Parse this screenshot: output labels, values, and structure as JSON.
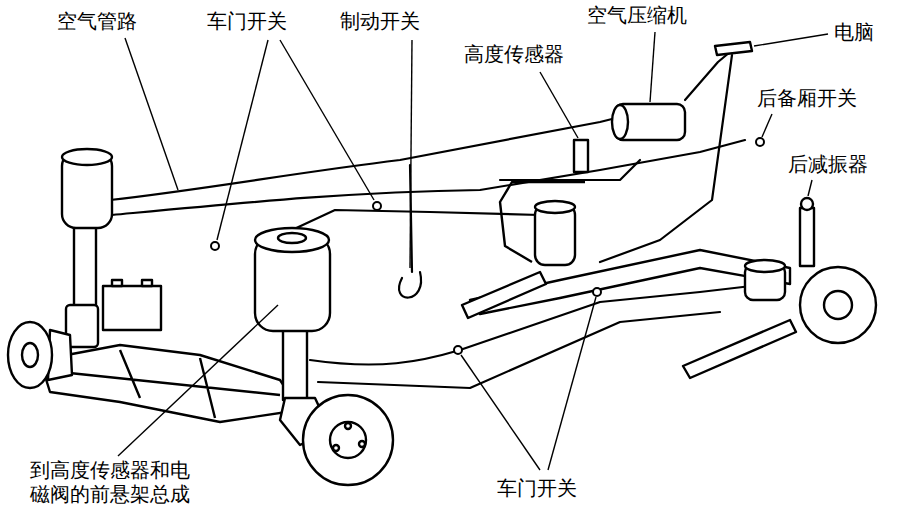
{
  "diagram": {
    "labels": [
      "空气管路",
      "车门开关",
      "制动开关",
      "空气压缩机",
      "电脑",
      "高度传感器",
      "后备厢开关",
      "后减振器",
      "到高度传感器和电磁阀的前悬架总成",
      "车门开关"
    ]
  }
}
